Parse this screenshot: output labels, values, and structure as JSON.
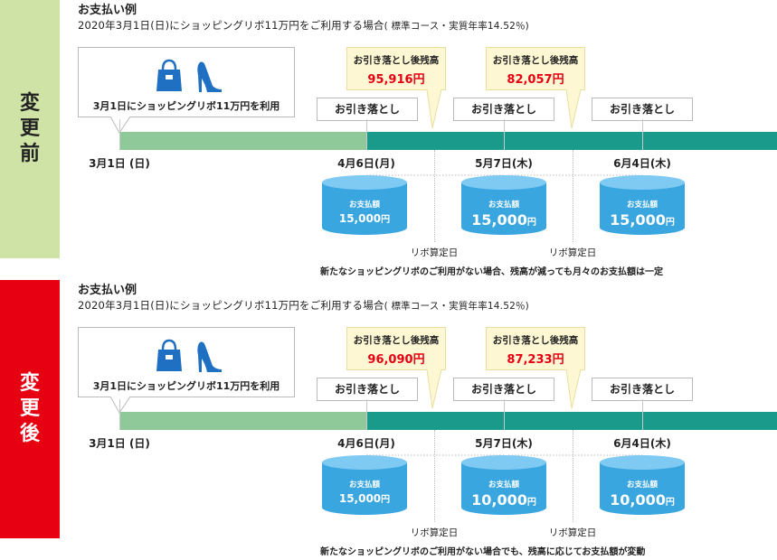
{
  "colors": {
    "before_side": "#cfe3a6",
    "after_side": "#e60012",
    "bar_green": "#8fc99a",
    "bar_teal": "#1a9a8a",
    "balance_bg": "#fdf7d4",
    "red_text": "#e60012",
    "cylinder": "#3aa6e0"
  },
  "sections": [
    {
      "side_label": [
        "変",
        "更",
        "前"
      ],
      "title": "お支払い例",
      "subtitle": "2020年3月1日(日)にショッピングリボ11万円をご利用する場合",
      "subtitle_note": "( 標準コース・実質年率14.52％)",
      "use_caption": "3月1日にショッピングリボ11万円を利用",
      "icons": [
        "handbag-icon",
        "high-heel-icon"
      ],
      "pill_label": "お引き落とし",
      "dates": [
        "3月1日 (日)",
        "4月6日(月)",
        "5月7日(木)",
        "6月4日(木)"
      ],
      "balances": [
        {
          "label": "お引き落とし後残高",
          "amount": "95,916円"
        },
        {
          "label": "お引き落とし後残高",
          "amount": "82,057円"
        }
      ],
      "payments": [
        {
          "label": "お支払額",
          "amount": "15,000",
          "unit": "円"
        },
        {
          "label": "お支払額",
          "amount": "15,000",
          "unit": "円"
        },
        {
          "label": "お支払額",
          "amount": "15,000",
          "unit": "円"
        }
      ],
      "calc_label": "リボ算定日",
      "footnote": "新たなショッピングリボのご利用がない場合、残高が減っても月々のお支払額は一定"
    },
    {
      "side_label": [
        "変",
        "更",
        "後"
      ],
      "title": "お支払い例",
      "subtitle": "2020年3月1日(日)にショッピングリボ11万円をご利用する場合",
      "subtitle_note": "( 標準コース・実質年率14.52％)",
      "use_caption": "3月1日にショッピングリボ11万円を利用",
      "icons": [
        "handbag-icon",
        "high-heel-icon"
      ],
      "pill_label": "お引き落とし",
      "dates": [
        "3月1日 (日)",
        "4月6日(月)",
        "5月7日(木)",
        "6月4日(木)"
      ],
      "balances": [
        {
          "label": "お引き落とし後残高",
          "amount": "96,090円"
        },
        {
          "label": "お引き落とし後残高",
          "amount": "87,233円"
        }
      ],
      "payments": [
        {
          "label": "お支払額",
          "amount": "15,000",
          "unit": "円"
        },
        {
          "label": "お支払額",
          "amount": "10,000",
          "unit": "円"
        },
        {
          "label": "お支払額",
          "amount": "10,000",
          "unit": "円"
        }
      ],
      "calc_label": "リボ算定日",
      "footnote": "新たなショッピングリボのご利用がない場合でも、残高に応じてお支払額が変動"
    }
  ]
}
